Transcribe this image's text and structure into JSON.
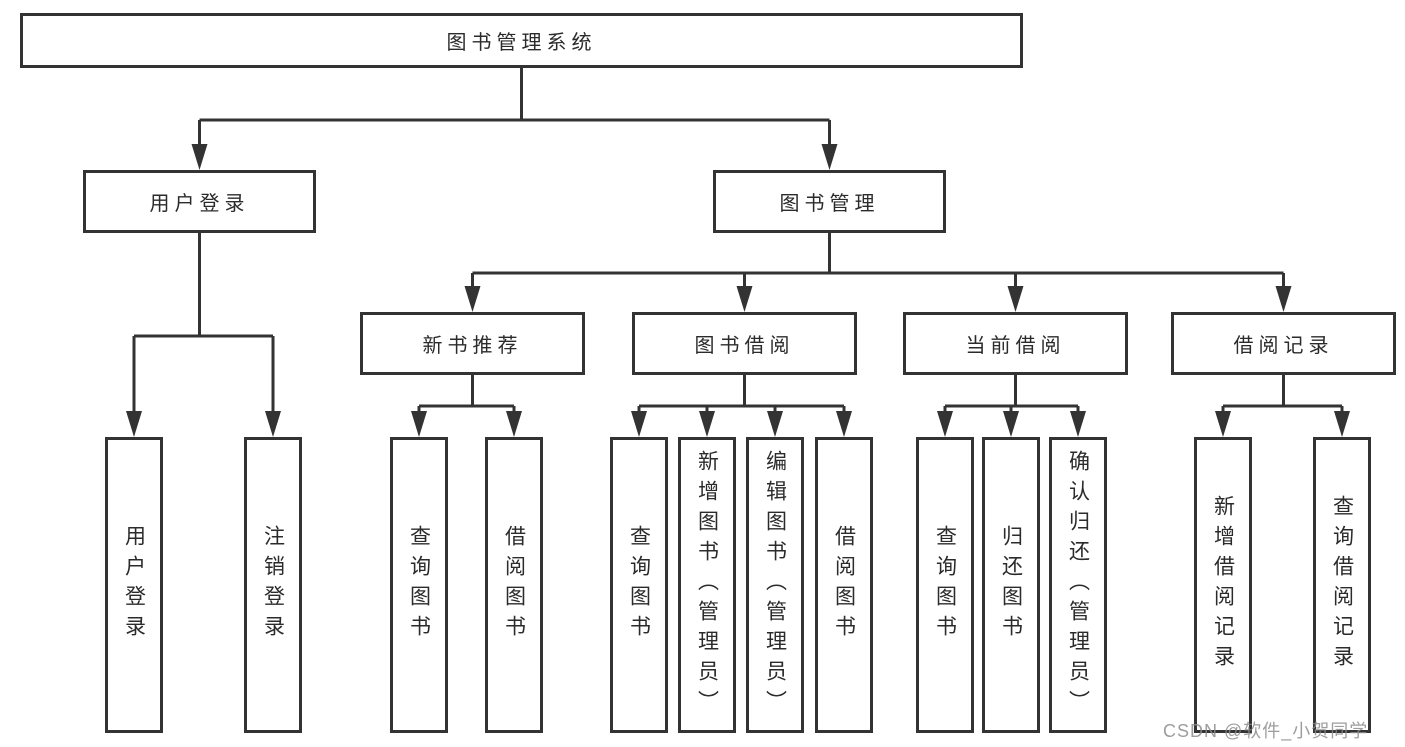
{
  "root": {
    "label": "图书管理系统"
  },
  "level2": [
    {
      "label": "用户登录"
    },
    {
      "label": "图书管理"
    }
  ],
  "level3": [
    {
      "label": "新书推荐",
      "parent": "图书管理"
    },
    {
      "label": "图书借阅",
      "parent": "图书管理"
    },
    {
      "label": "当前借阅",
      "parent": "图书管理"
    },
    {
      "label": "借阅记录",
      "parent": "图书管理"
    }
  ],
  "leaves": [
    {
      "label": "用户登录",
      "parent": "用户登录"
    },
    {
      "label": "注销登录",
      "parent": "用户登录"
    },
    {
      "label": "查询图书",
      "parent": "新书推荐"
    },
    {
      "label": "借阅图书",
      "parent": "新书推荐"
    },
    {
      "label": "查询图书",
      "parent": "图书借阅"
    },
    {
      "label": "新增图书（管理员）",
      "parent": "图书借阅"
    },
    {
      "label": "编辑图书（管理员）",
      "parent": "图书借阅"
    },
    {
      "label": "借阅图书",
      "parent": "图书借阅"
    },
    {
      "label": "查询图书",
      "parent": "当前借阅"
    },
    {
      "label": "归还图书",
      "parent": "当前借阅"
    },
    {
      "label": "确认归还（管理员）",
      "parent": "当前借阅"
    },
    {
      "label": "新增借阅记录",
      "parent": "借阅记录"
    },
    {
      "label": "查询借阅记录",
      "parent": "借阅记录"
    }
  ],
  "watermark": {
    "text": "CSDN @软件_小贺同学"
  },
  "colors": {
    "line": "#333333",
    "box_border": "#333333",
    "text": "#2b2b2b",
    "background": "#ffffff",
    "watermark": "#8c8c8c"
  }
}
